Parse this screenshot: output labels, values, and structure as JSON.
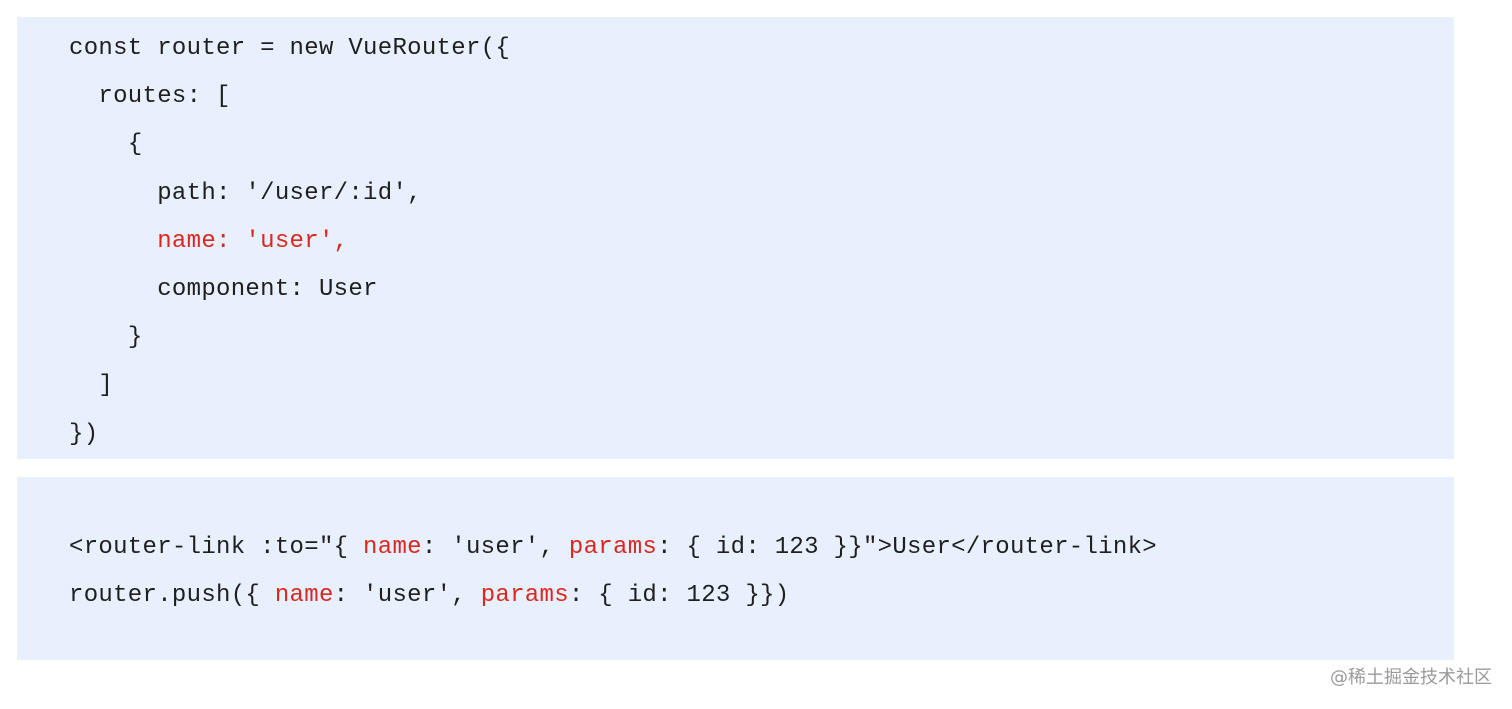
{
  "block1": {
    "lines": [
      {
        "indent": "",
        "tokens": [
          {
            "text": "const router = new VueRouter({",
            "style": "plain"
          }
        ]
      },
      {
        "indent": "  ",
        "tokens": [
          {
            "text": "routes: [",
            "style": "plain"
          }
        ]
      },
      {
        "indent": "    ",
        "tokens": [
          {
            "text": "{",
            "style": "plain"
          }
        ]
      },
      {
        "indent": "      ",
        "tokens": [
          {
            "text": "path: '/user/:id',",
            "style": "plain"
          }
        ]
      },
      {
        "indent": "      ",
        "tokens": [
          {
            "text": "name: 'user',",
            "style": "red"
          }
        ]
      },
      {
        "indent": "      ",
        "tokens": [
          {
            "text": "component: User",
            "style": "plain"
          }
        ]
      },
      {
        "indent": "    ",
        "tokens": [
          {
            "text": "}",
            "style": "plain"
          }
        ]
      },
      {
        "indent": "  ",
        "tokens": [
          {
            "text": "]",
            "style": "plain"
          }
        ]
      },
      {
        "indent": "",
        "tokens": [
          {
            "text": "})",
            "style": "plain"
          }
        ]
      }
    ]
  },
  "block2": {
    "lines": [
      {
        "indent": "",
        "tokens": [
          {
            "text": "<router-link :to=\"{ ",
            "style": "plain"
          },
          {
            "text": "name",
            "style": "red"
          },
          {
            "text": ": 'user', ",
            "style": "plain"
          },
          {
            "text": "params",
            "style": "red"
          },
          {
            "text": ": { id: 123 }}\">User</router-link>",
            "style": "plain"
          }
        ]
      },
      {
        "indent": "",
        "tokens": [
          {
            "text": "router.push({ ",
            "style": "plain"
          },
          {
            "text": "name",
            "style": "red"
          },
          {
            "text": ": 'user', ",
            "style": "plain"
          },
          {
            "text": "params",
            "style": "red"
          },
          {
            "text": ": { id: 123 }})",
            "style": "plain"
          }
        ]
      }
    ]
  },
  "watermark": "@稀土掘金技术社区",
  "colors": {
    "code_background": "#e9f0fd",
    "text": "#1f1f1f",
    "highlight": "#d9281f",
    "watermark": "#9a9a9a"
  }
}
